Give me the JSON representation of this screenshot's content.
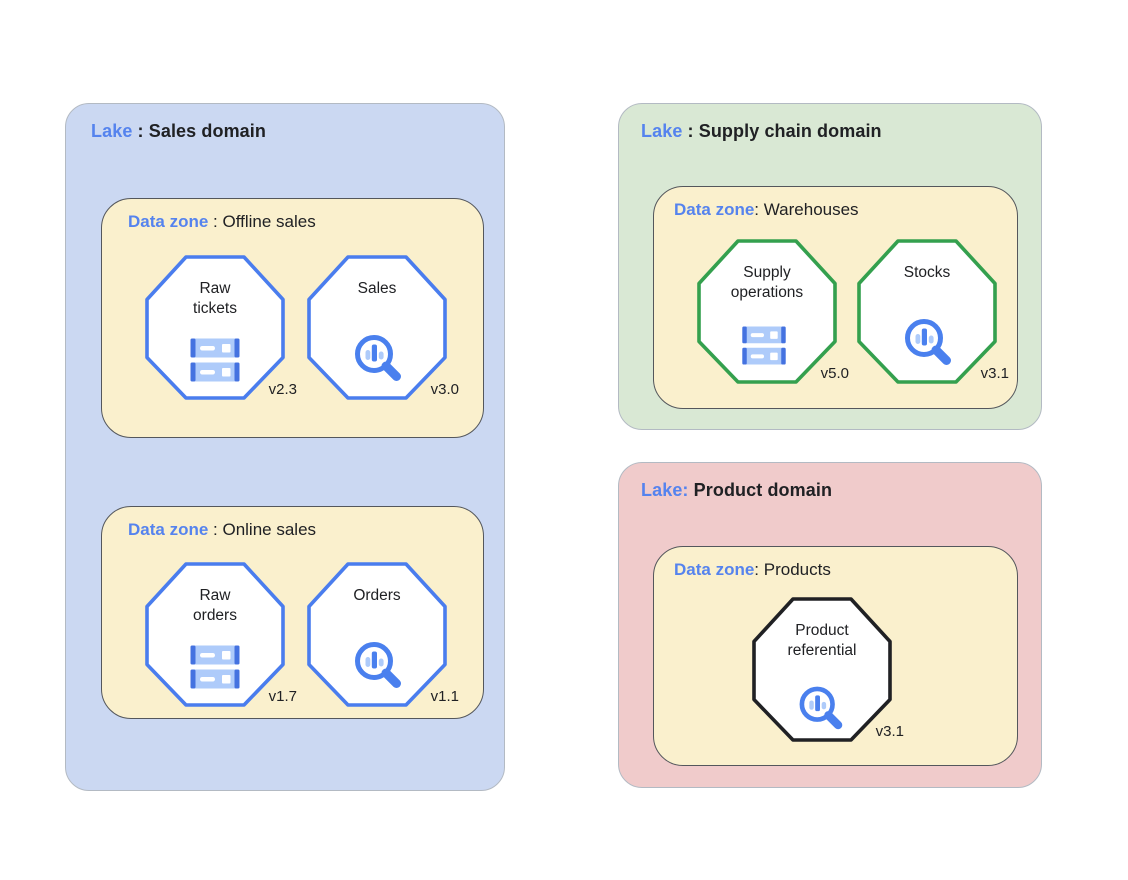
{
  "colors": {
    "lake_blue_bg": "#cbd8f2",
    "lake_green_bg": "#d9e8d4",
    "lake_pink_bg": "#f0cbcb",
    "zone_yellow_bg": "#faf0cd",
    "label_blue": "#5583ee",
    "octagon_blue": "#4a7dee",
    "octagon_green": "#34a04e",
    "octagon_black": "#202124",
    "icon_light_blue": "#aecbfa",
    "icon_blue": "#4a80ee",
    "text_dark": "#202124"
  },
  "diagram": {
    "lakes": [
      {
        "key": "sales",
        "prefix": "Lake",
        "sep": " : ",
        "title": "Sales domain",
        "zones": [
          {
            "prefix": "Data zone",
            "sep": " : ",
            "title": "Offline sales",
            "entities": [
              {
                "name": "Raw\ntickets",
                "version": "v2.3",
                "icon": "storage-icon"
              },
              {
                "name": "Sales",
                "version": "v3.0",
                "icon": "search-insights-icon"
              }
            ]
          },
          {
            "prefix": "Data zone",
            "sep": " : ",
            "title": "Online sales",
            "entities": [
              {
                "name": "Raw\norders",
                "version": "v1.7",
                "icon": "storage-icon"
              },
              {
                "name": "Orders",
                "version": "v1.1",
                "icon": "search-insights-icon"
              }
            ]
          }
        ]
      },
      {
        "key": "supply-chain",
        "prefix": "Lake",
        "sep": " : ",
        "title": "Supply chain domain",
        "zones": [
          {
            "prefix": "Data zone",
            "sep": ": ",
            "title": "Warehouses",
            "entities": [
              {
                "name": "Supply\noperations",
                "version": "v5.0",
                "icon": "storage-icon"
              },
              {
                "name": "Stocks",
                "version": "v3.1",
                "icon": "search-insights-icon"
              }
            ]
          }
        ]
      },
      {
        "key": "product",
        "prefix": "Lake:",
        "sep": " ",
        "title": "Product domain",
        "zones": [
          {
            "prefix": "Data zone",
            "sep": ": ",
            "title": "Products",
            "entities": [
              {
                "name": "Product\nreferential",
                "version": "v3.1",
                "icon": "search-insights-icon"
              }
            ]
          }
        ]
      }
    ]
  }
}
